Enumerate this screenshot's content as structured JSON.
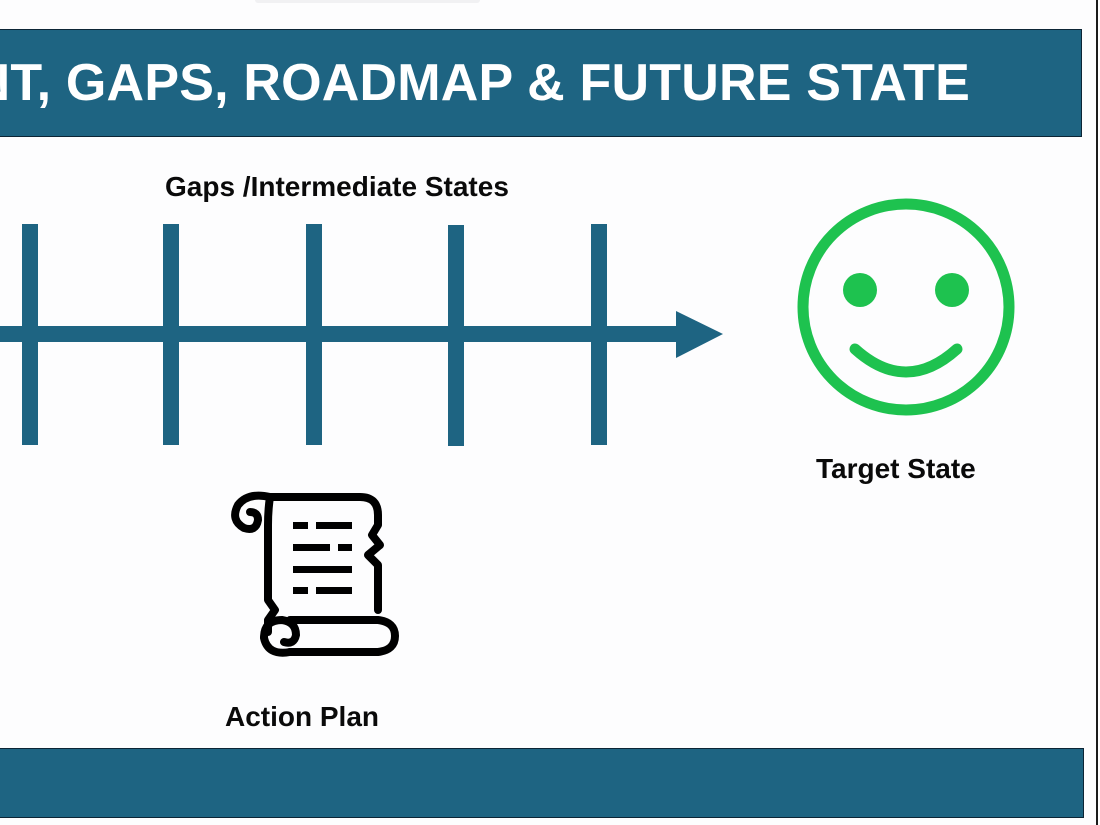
{
  "header": {
    "title": "MENT, GAPS, ROADMAP & FUTURE STATE"
  },
  "diagram": {
    "gaps_label": "Gaps /Intermediate States",
    "target_label": "Target State",
    "action_plan_label": "Action Plan",
    "timeline_tick_count": 5,
    "icons": {
      "target": "smiley-face-icon",
      "action_plan": "scroll-document-icon",
      "timeline": "arrow-right-timeline"
    },
    "colors": {
      "bar": "#1e6482",
      "bar_border": "#0c2535",
      "timeline": "#1e6482",
      "smiley": "#1ec24f",
      "text": "#0a0a0a",
      "title_text": "#ffffff"
    }
  },
  "footer": {
    "text": ""
  }
}
